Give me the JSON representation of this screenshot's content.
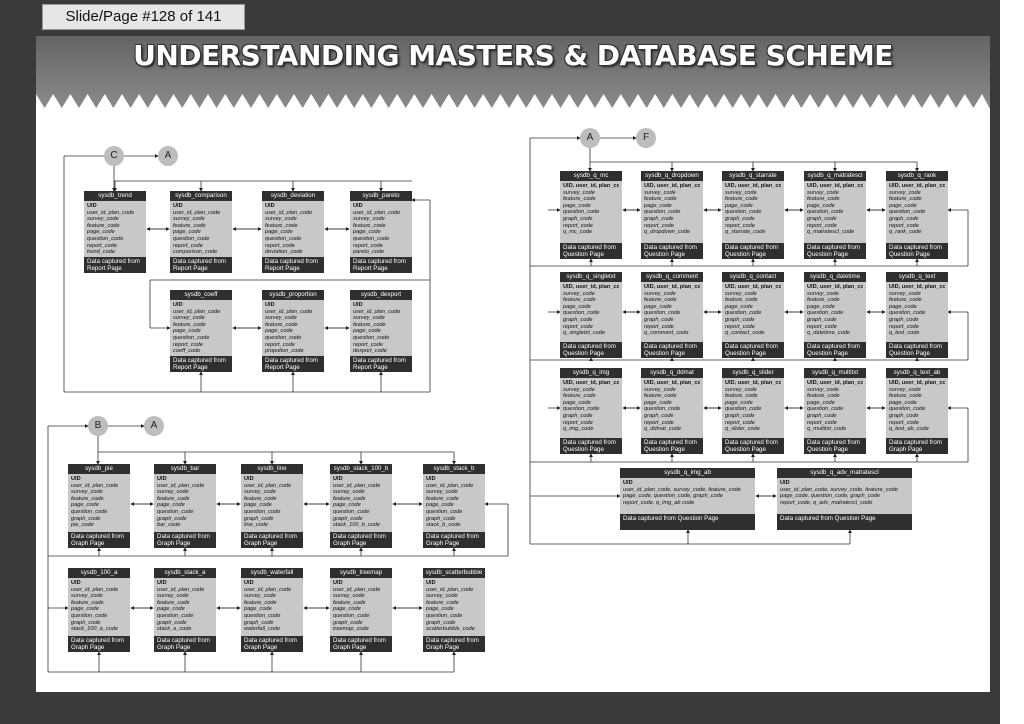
{
  "slide_label": "Slide/Page #128 of 141",
  "title": "UNDERSTANDING MASTERS & DATABASE SCHEME",
  "nodes": [
    "C",
    "A",
    "A",
    "F",
    "B",
    "A"
  ],
  "tables": [
    {
      "name": "sysdb_trend",
      "fields": [
        "UID",
        "user_id, plan_code",
        "survey_code",
        "feature_code",
        "page_code",
        "question_code",
        "report_code",
        "trend_code"
      ],
      "footer": "Data captured from Report Page"
    },
    {
      "name": "sysdb_comparison",
      "fields": [
        "UID",
        "user_id, plan_code",
        "survey_code",
        "feature_code",
        "page_code",
        "question_code",
        "report_code",
        "comparison_code"
      ],
      "footer": "Data captured from Report Page"
    },
    {
      "name": "sysdb_deviation",
      "fields": [
        "UID",
        "user_id, plan_code",
        "survey_code",
        "feature_code",
        "page_code",
        "question_code",
        "report_code",
        "deviation_code"
      ],
      "footer": "Data captured from Report Page"
    },
    {
      "name": "sysdb_pareto",
      "fields": [
        "UID",
        "user_id, plan_code",
        "survey_code",
        "feature_code",
        "page_code",
        "question_code",
        "report_code",
        "pareto_code"
      ],
      "footer": "Data captured from Report Page"
    },
    {
      "name": "sysdb_coeff",
      "fields": [
        "UID",
        "user_id, plan_code",
        "survey_code",
        "feature_code",
        "page_code",
        "question_code",
        "report_code",
        "coeff_code"
      ],
      "footer": "Data captured from Report Page"
    },
    {
      "name": "sysdb_proportion",
      "fields": [
        "UID",
        "user_id, plan_code",
        "survey_code",
        "feature_code",
        "page_code",
        "question_code",
        "report_code",
        "propotion_code"
      ],
      "footer": "Data captured from Report Page"
    },
    {
      "name": "sysdb_dexport",
      "fields": [
        "UID",
        "user_id, plan_code",
        "survey_code",
        "feature_code",
        "page_code",
        "question_code",
        "report_code",
        "dexport_code"
      ],
      "footer": "Data captured from Report Page"
    },
    {
      "name": "sysdb_q_mc",
      "fields": [
        "UID, user_id, plan_code",
        "survey_code",
        "feature_code",
        "page_code",
        "question_code",
        "graph_code",
        "report_code",
        "q_mc_code"
      ],
      "footer": "Data captured from Question Page"
    },
    {
      "name": "sysdb_q_dropdown",
      "fields": [
        "UID, user_id, plan_code",
        "survey_code",
        "feature_code",
        "page_code",
        "question_code",
        "graph_code",
        "report_code",
        "q_dropdown_code"
      ],
      "footer": "Data captured from Question Page"
    },
    {
      "name": "sysdb_q_starrate",
      "fields": [
        "UID, user_id, plan_code",
        "survey_code",
        "feature_code",
        "page_code",
        "question_code",
        "graph_code",
        "report_code",
        "q_starrate_code"
      ],
      "footer": "Data captured from Question Page"
    },
    {
      "name": "sysdb_q_matratescl",
      "fields": [
        "UID, user_id, plan_code",
        "survey_code",
        "feature_code",
        "page_code",
        "question_code",
        "graph_code",
        "report_code",
        "q_matratescl_code"
      ],
      "footer": "Data captured from Question Page"
    },
    {
      "name": "sysdb_q_rank",
      "fields": [
        "UID, user_id, plan_code",
        "survey_code",
        "feature_code",
        "page_code",
        "question_code",
        "graph_code",
        "report_code",
        "q_rank_code"
      ],
      "footer": "Data captured from Question Page"
    },
    {
      "name": "sysdb_q_singletxt",
      "fields": [
        "UID, user_id, plan_code",
        "survey_code",
        "feature_code",
        "page_code",
        "question_code",
        "graph_code",
        "report_code",
        "q_singletxt_code"
      ],
      "footer": "Data captured from Question Page"
    },
    {
      "name": "sysdb_q_comment",
      "fields": [
        "UID, user_id, plan_code",
        "survey_code",
        "feature_code",
        "page_code",
        "question_code",
        "graph_code",
        "report_code",
        "q_comment_code"
      ],
      "footer": "Data captured from Question Page"
    },
    {
      "name": "sysdb_q_contact",
      "fields": [
        "UID, user_id, plan_code",
        "survey_code",
        "feature_code",
        "page_code",
        "question_code",
        "graph_code",
        "report_code",
        "q_contact_code"
      ],
      "footer": "Data captured from Question Page"
    },
    {
      "name": "sysdb_q_datetime",
      "fields": [
        "UID, user_id, plan_code",
        "survey_code",
        "feature_code",
        "page_code",
        "question_code",
        "graph_code",
        "report_code",
        "q_datetime_code"
      ],
      "footer": "Data captured from Question Page"
    },
    {
      "name": "sysdb_q_text",
      "fields": [
        "UID, user_id, plan_code",
        "survey_code",
        "feature_code",
        "page_code",
        "question_code",
        "graph_code",
        "report_code",
        "q_text_code"
      ],
      "footer": "Data captured from Question Page"
    },
    {
      "name": "sysdb_q_img",
      "fields": [
        "UID, user_id, plan_code",
        "survey_code",
        "feature_code",
        "page_code",
        "question_code",
        "graph_code",
        "report_code",
        "q_img_code"
      ],
      "footer": "Data captured from Question Page"
    },
    {
      "name": "sysdb_q_ddmat",
      "fields": [
        "UID, user_id, plan_code",
        "survey_code",
        "feature_code",
        "page_code",
        "question_code",
        "graph_code",
        "report_code",
        "q_ddmat_code"
      ],
      "footer": "Data captured from Question Page"
    },
    {
      "name": "sysdb_q_slider",
      "fields": [
        "UID, user_id, plan_code",
        "survey_code",
        "feature_code",
        "page_code",
        "question_code",
        "graph_code",
        "report_code",
        "q_slider_code"
      ],
      "footer": "Data captured from Question Page"
    },
    {
      "name": "sysdb_q_multitxt",
      "fields": [
        "UID, user_id, plan_code",
        "survey_code",
        "feature_code",
        "page_code",
        "question_code",
        "graph_code",
        "report_code",
        "q_multitxt_code"
      ],
      "footer": "Data captured from Question Page"
    },
    {
      "name": "sysdb_q_text_ab",
      "fields": [
        "UID, user_id, plan_code",
        "survey_code",
        "feature_code",
        "page_code",
        "question_code",
        "graph_code",
        "report_code",
        "q_text_ab_code"
      ],
      "footer": "Data captured from Graph Page"
    },
    {
      "name": "sysdb_q_img_ab",
      "fields": [
        "UID",
        "user_id, plan_code, survey_code, feature_code",
        "page_code, question_code, graph_code",
        "report_code, q_img_ab code"
      ],
      "footer": "Data captured from Question Page"
    },
    {
      "name": "sysdb_q_adv_matratescl",
      "fields": [
        "UID",
        "user_id, plan_code, survey_code, feature_code",
        "page_code, question_code, graph_code",
        "report_code, q_adv_matratescl_code"
      ],
      "footer": "Data captured from Question Page"
    },
    {
      "name": "sysdb_pie",
      "fields": [
        "UID",
        "user_id, plan_code",
        "survey_code",
        "feature_code",
        "page_code",
        "question_code",
        "graph_code",
        "pie_code"
      ],
      "footer": "Data captured from Graph Page"
    },
    {
      "name": "sysdb_bar",
      "fields": [
        "UID",
        "user_id, plan_code",
        "survey_code",
        "feature_code",
        "page_code",
        "question_code",
        "graph_code",
        "bar_code"
      ],
      "footer": "Data captured from Graph Page"
    },
    {
      "name": "sysdb_line",
      "fields": [
        "UID",
        "user_id, plan_code",
        "survey_code",
        "feature_code",
        "page_code",
        "question_code",
        "graph_code",
        "line_code"
      ],
      "footer": "Data captured from Graph Page"
    },
    {
      "name": "sysdb_stack_100_b",
      "fields": [
        "UID",
        "user_id, plan_code",
        "survey_code",
        "feature_code",
        "page_code",
        "question_code",
        "graph_code",
        "stack_100_b_code"
      ],
      "footer": "Data captured from Graph Page"
    },
    {
      "name": "sysdb_stack_b",
      "fields": [
        "UID",
        "user_id, plan_code",
        "survey_code",
        "feature_code",
        "page_code",
        "question_code",
        "graph_code",
        "stack_b_code"
      ],
      "footer": "Data captured from Graph Page"
    },
    {
      "name": "sysdb_100_a",
      "fields": [
        "UID",
        "user_id, plan_code",
        "survey_code",
        "feature_code",
        "page_code",
        "question_code",
        "graph_code",
        "stack_100_a_code"
      ],
      "footer": "Data captured from Graph Page"
    },
    {
      "name": "sysdb_stack_a",
      "fields": [
        "UID",
        "user_id, plan_code",
        "survey_code",
        "feature_code",
        "page_code",
        "question_code",
        "graph_code",
        "stack_a_code"
      ],
      "footer": "Data captured from Graph Page"
    },
    {
      "name": "sysdb_waterfall",
      "fields": [
        "UID",
        "user_id, plan_code",
        "survey_code",
        "feature_code",
        "page_code",
        "question_code",
        "graph_code",
        "waterfall_code"
      ],
      "footer": "Data captured from Graph Page"
    },
    {
      "name": "sysdb_treemap",
      "fields": [
        "UID",
        "user_id, plan_code",
        "survey_code",
        "feature_code",
        "page_code",
        "question_code",
        "graph_code",
        "treemap_code"
      ],
      "footer": "Data captured from Graph Page"
    },
    {
      "name": "sysdb_scatterbubble",
      "fields": [
        "UID",
        "user_id, plan_code",
        "survey_code",
        "feature_code",
        "page_code",
        "question_code",
        "graph_code",
        "scatterbubble_code"
      ],
      "footer": "Data captured from Graph Page"
    }
  ]
}
